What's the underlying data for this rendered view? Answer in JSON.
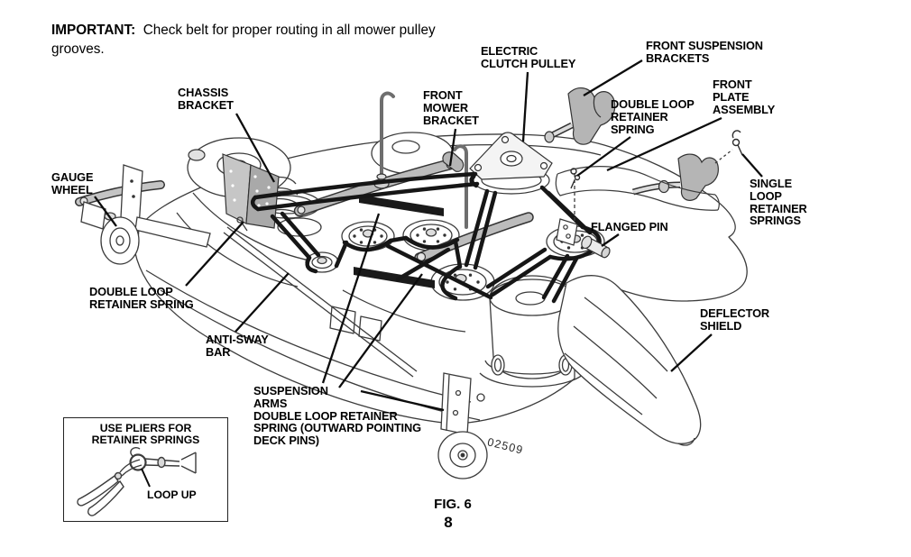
{
  "notice": {
    "label": "IMPORTANT:",
    "text": "Check belt for proper routing in all mower pulley grooves."
  },
  "figure": {
    "caption": "FIG. 6",
    "page_number": "8",
    "part_stamp": "02509"
  },
  "callouts": {
    "chassis_bracket": "CHASSIS\nBRACKET",
    "gauge_wheel": "GAUGE\nWHEEL",
    "electric_clutch_pulley": "ELECTRIC\nCLUTCH PULLEY",
    "front_mower_bracket": "FRONT\nMOWER\nBRACKET",
    "front_suspension_brackets": "FRONT SUSPENSION\nBRACKETS",
    "front_plate_assembly": "FRONT\nPLATE\nASSEMBLY",
    "double_loop_retainer_spring_right": "DOUBLE LOOP\nRETAINER\nSPRING",
    "single_loop_retainer_springs": "SINGLE\nLOOP\nRETAINER\nSPRINGS",
    "flanged_pin": "FLANGED PIN",
    "double_loop_retainer_spring_left": "DOUBLE LOOP\nRETAINER SPRING",
    "anti_sway_bar": "ANTI-SWAY\nBAR",
    "suspension_arms": "SUSPENSION\nARMS\nDOUBLE LOOP RETAINER\nSPRING (OUTWARD POINTING\nDECK PINS)",
    "deflector_shield": "DEFLECTOR\nSHIELD"
  },
  "inset": {
    "title": "USE PLIERS FOR\nRETAINER SPRINGS",
    "loop_up_label": "LOOP UP"
  },
  "colors": {
    "line": "#3c3c3c",
    "belt": "#161616",
    "bracket_gray": "#b5b5b5",
    "text": "#000000"
  }
}
